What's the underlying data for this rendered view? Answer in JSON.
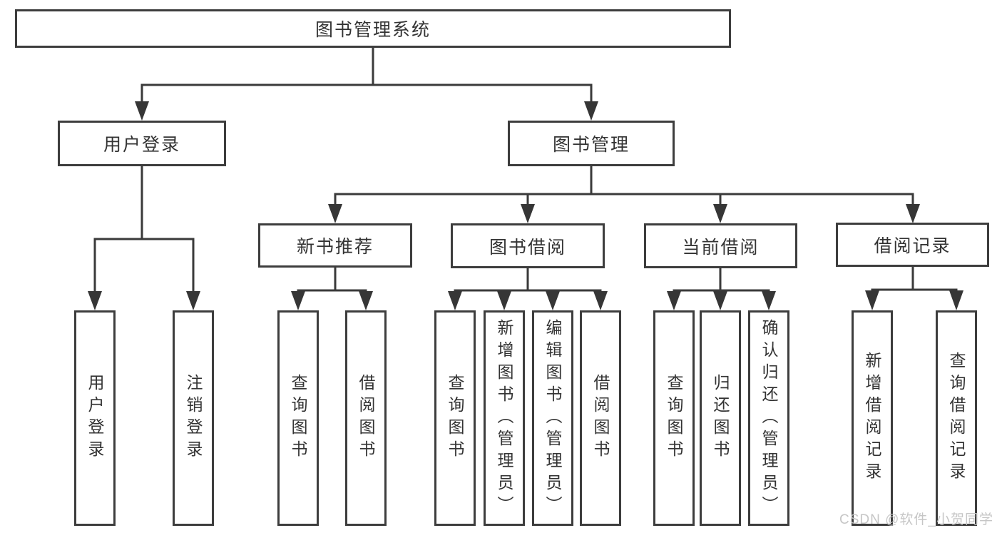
{
  "tree": {
    "label": "图书管理系统",
    "children": [
      {
        "label": "用户登录",
        "children": [
          {
            "label": "用户登录"
          },
          {
            "label": "注销登录"
          }
        ]
      },
      {
        "label": "图书管理",
        "children": [
          {
            "label": "新书推荐",
            "children": [
              {
                "label": "查询图书"
              },
              {
                "label": "借阅图书"
              }
            ]
          },
          {
            "label": "图书借阅",
            "children": [
              {
                "label": "查询图书"
              },
              {
                "label": "新增图书（管理员）"
              },
              {
                "label": "编辑图书（管理员）"
              },
              {
                "label": "借阅图书"
              }
            ]
          },
          {
            "label": "当前借阅",
            "children": [
              {
                "label": "查询图书"
              },
              {
                "label": "归还图书"
              },
              {
                "label": "确认归还（管理员）"
              }
            ]
          },
          {
            "label": "借阅记录",
            "children": [
              {
                "label": "新增借阅记录"
              },
              {
                "label": "查询借阅记录"
              }
            ]
          }
        ]
      }
    ]
  },
  "watermark": {
    "text": "CSDN @软件_小贺同学"
  },
  "colors": {
    "line": "#3a3a3a",
    "text": "#333333",
    "watermark": "#c3c3c3"
  }
}
